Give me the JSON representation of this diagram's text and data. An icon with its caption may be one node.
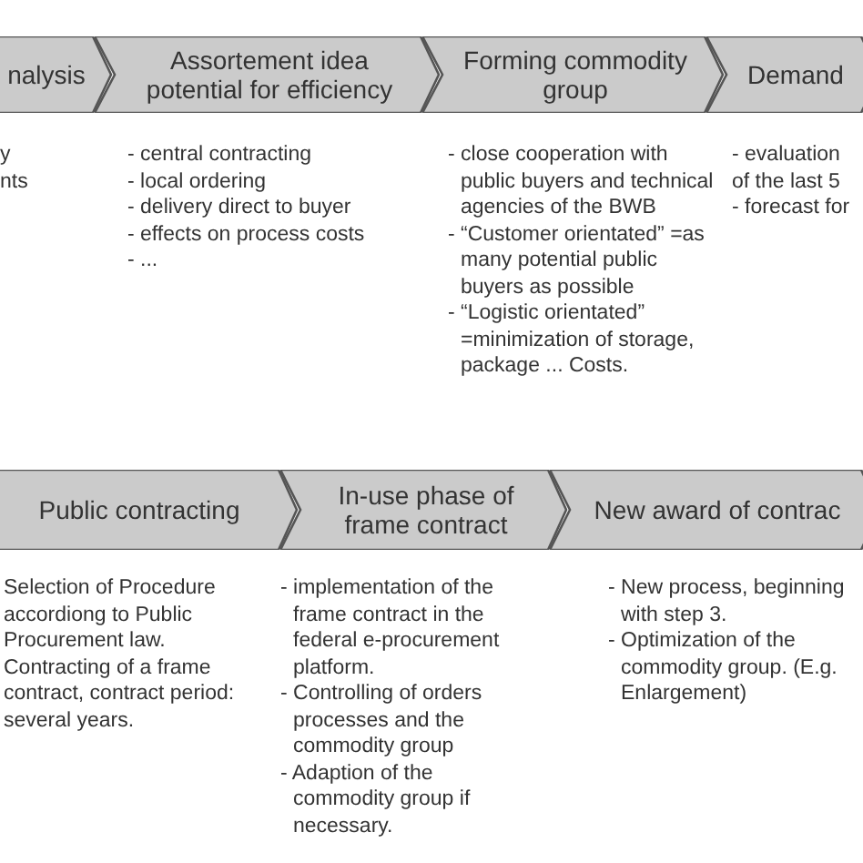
{
  "diagram": {
    "nodes": [
      {
        "text": [
          "nalysis"
        ],
        "beside": [
          "y",
          "nts"
        ]
      },
      {
        "text": [
          "Assortement idea potential for efficiency"
        ],
        "beside": [
          "- central contracting",
          "- local ordering",
          "- delivery direct to buyer",
          "- effects on process costs",
          "- ..."
        ]
      },
      {
        "text": [
          "Forming commodity group"
        ],
        "beside": [
          "- close cooperation with public buyers and technical agencies of the BWB",
          "- “Customer orientated” =as many potential public buyers as possible",
          "- “Logistic orientated” =minimization of storage, package ... Costs."
        ]
      },
      {
        "text": [
          "Demand"
        ],
        "beside": [
          "- evaluation",
          "of the last 5",
          "- forecast for"
        ]
      },
      {
        "text": [
          "Public contracting"
        ],
        "beside": [
          "Selection of Procedure accordiong to Public Procurement law. Contracting of a frame contract, contract period: several years."
        ]
      },
      {
        "text": [
          "In-use phase of frame contract"
        ],
        "beside": [
          "- implementation of the frame contract in the federal e-procurement platform.",
          "- Controlling of orders processes and the commodity group",
          "- Adaption of the commodity group if necessary."
        ]
      },
      {
        "text": [
          "New award of contrac"
        ],
        "beside": [
          "- New process, beginning with step 3.",
          "- Optimization of the commodity group. (E.g. Enlargement)"
        ]
      }
    ]
  }
}
